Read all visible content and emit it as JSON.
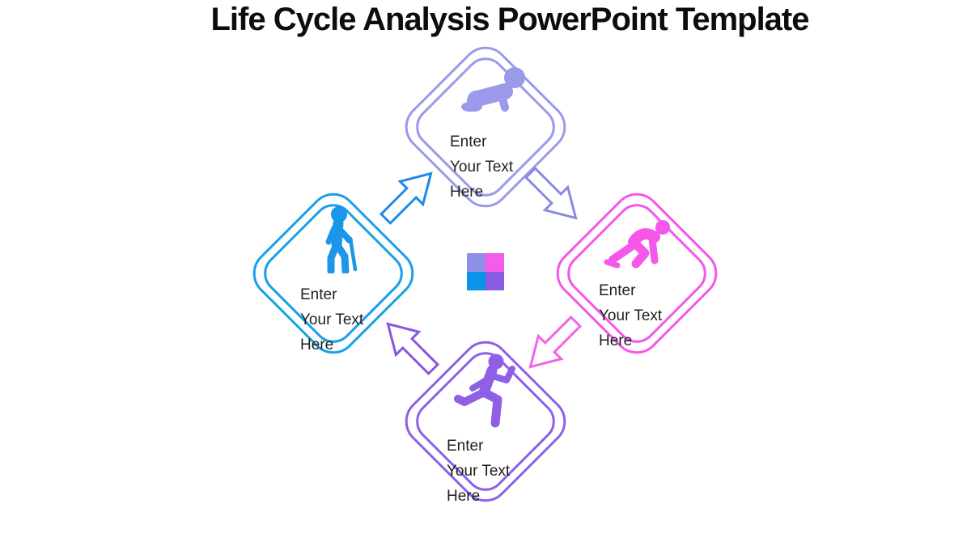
{
  "title": "Life Cycle Analysis PowerPoint Template",
  "stages": [
    {
      "position": "top",
      "icon": "crawling-baby-icon",
      "color": "#9B9AEA",
      "placeholder": "Enter\nYour Text\nHere"
    },
    {
      "position": "right",
      "icon": "crouching-sprinter-icon",
      "color": "#F557E9",
      "placeholder": "Enter\nYour Text\nHere"
    },
    {
      "position": "bottom",
      "icon": "running-person-icon",
      "color": "#8F60E6",
      "placeholder": "Enter\nYour Text\nHere"
    },
    {
      "position": "left",
      "icon": "elderly-person-with-cane-icon",
      "color": "#18A0E8",
      "placeholder": "Enter\nYour Text\nHere"
    }
  ],
  "arrows": [
    {
      "name": "arrow-left-to-top",
      "direction": "up-right",
      "color": "#1D8AE8"
    },
    {
      "name": "arrow-top-to-right",
      "direction": "down-right",
      "color": "#8A8AE2"
    },
    {
      "name": "arrow-right-to-bottom",
      "direction": "down-left",
      "color": "#F163E8"
    },
    {
      "name": "arrow-bottom-to-left",
      "direction": "up-left",
      "color": "#8A55E0"
    }
  ],
  "center_grid": {
    "top_left": "#8F8FE8",
    "top_right": "#F45DEB",
    "bottom_left": "#0A93E9",
    "bottom_right": "#8A5CE6"
  }
}
